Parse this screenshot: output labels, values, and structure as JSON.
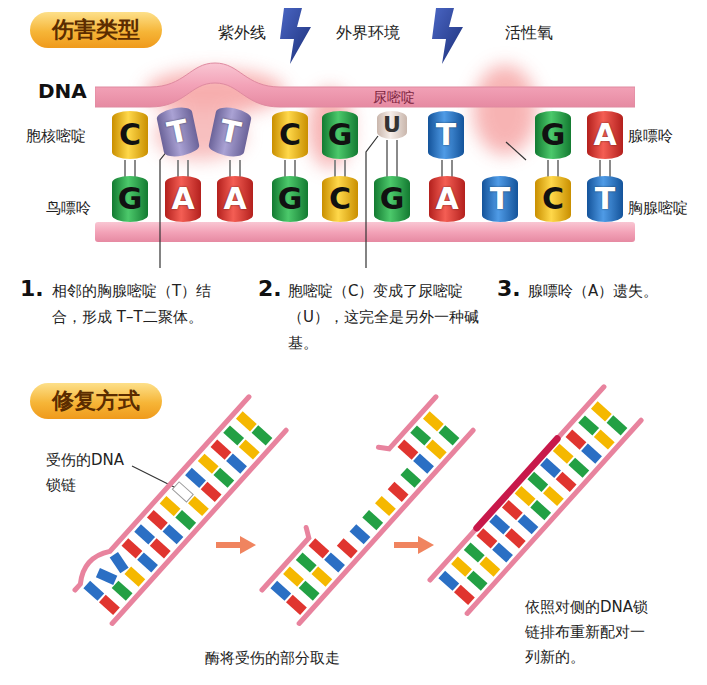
{
  "diagram": {
    "nodes": [
      {
        "text": [
          "伤害类型"
        ]
      },
      {
        "text": [
          "尿嘧啶"
        ]
      },
      {
        "text": [
          "C"
        ]
      },
      {
        "text": [
          "T"
        ]
      },
      {
        "text": [
          "T"
        ]
      },
      {
        "text": [
          "C"
        ]
      },
      {
        "text": [
          "G"
        ]
      },
      {
        "text": [
          "U"
        ]
      },
      {
        "text": [
          "T"
        ]
      },
      {
        "text": [
          "G"
        ]
      },
      {
        "text": [
          "A"
        ]
      },
      {
        "text": [
          "G"
        ]
      },
      {
        "text": [
          "A"
        ]
      },
      {
        "text": [
          "A"
        ]
      },
      {
        "text": [
          "G"
        ]
      },
      {
        "text": [
          "C"
        ]
      },
      {
        "text": [
          "G"
        ]
      },
      {
        "text": [
          "A"
        ]
      },
      {
        "text": [
          "T"
        ]
      },
      {
        "text": [
          "C"
        ]
      },
      {
        "text": [
          "T"
        ]
      },
      {
        "text": [
          "修复方式"
        ]
      }
    ],
    "labels": [
      "紫外线",
      "外界环境",
      "活性氧",
      "DNA",
      "胞核嘧啶",
      "腺嘌呤",
      "鸟嘌呤",
      "胸腺嘧啶",
      "1.",
      "相邻的胸腺嘧啶（T）结合，形成 T–T二聚体。",
      "2.",
      "胞嘧啶（C）变成了尿嘧啶（U），这完全是另外一种碱基。",
      "3.",
      "腺嘌呤（A）遗失。",
      "受伤的DNA锁链",
      "酶将受伤的部分取走",
      "依照对侧的DNA锁链排布重新配对一列新的。"
    ]
  }
}
